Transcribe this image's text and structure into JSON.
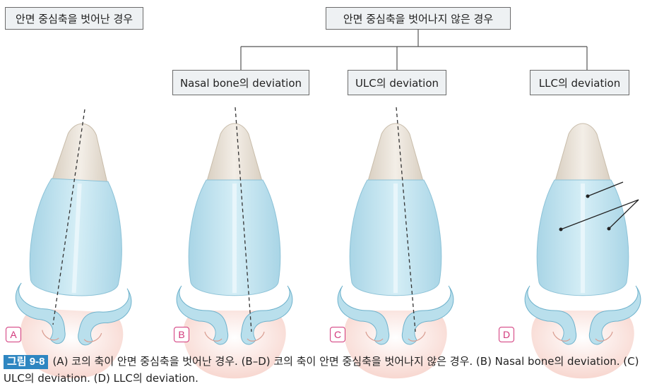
{
  "header": {
    "off_axis": "안면 중심축을 벗어난 경우",
    "on_axis": "안면 중심축을 벗어나지 않은 경우"
  },
  "subtypes": {
    "b": "Nasal bone의 deviation",
    "c": "ULC의 deviation",
    "d": "LLC의 deviation"
  },
  "panels": [
    "A",
    "B",
    "C",
    "D"
  ],
  "caption": {
    "tag": "그림 9-8",
    "text": "(A) 코의 축이 안면 중심축을 벗어난 경우. (B–D) 코의 축이 안면 중심축을 벗어나지 않은 경우. (B) Nasal bone의 deviation. (C) ULC의 deviation. (D) LLC의 deviation."
  },
  "colors": {
    "bone": "#e8e1d6",
    "cartilage": "#b9dfec",
    "skin": "#fbe4de",
    "accent": "#d2387b",
    "caption_tag": "#2e86c1"
  }
}
